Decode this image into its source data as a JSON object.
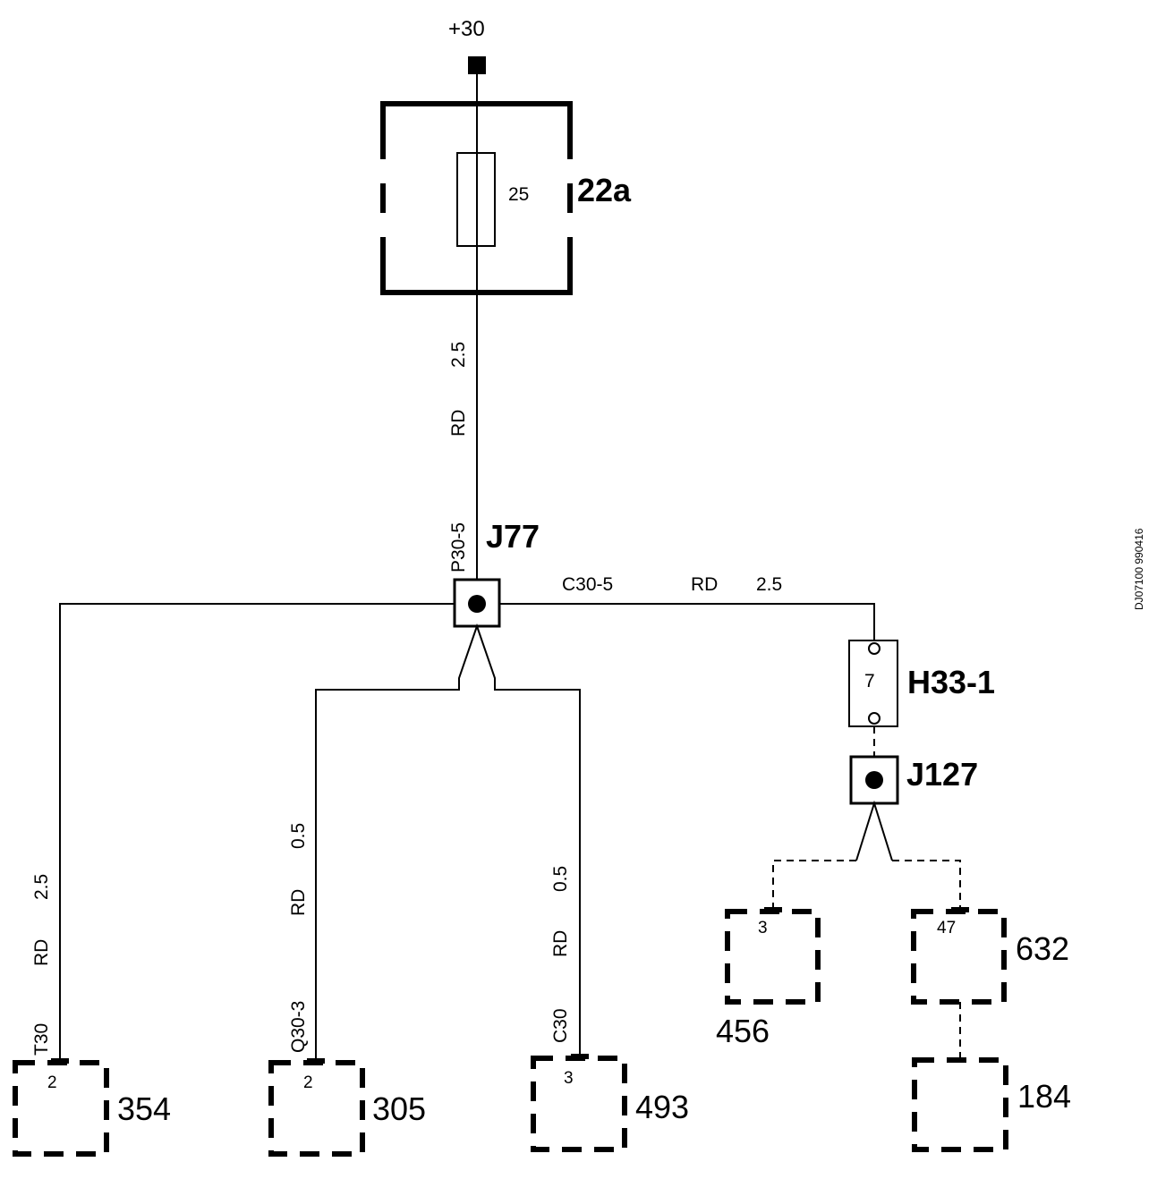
{
  "supply": {
    "label": "+30"
  },
  "fuse": {
    "id": "22a",
    "rating": "25"
  },
  "main_wire": {
    "size": "2.5",
    "color": "RD"
  },
  "junction_j77": {
    "id": "J77",
    "pin": "P30-5"
  },
  "branch_right": {
    "pin": "C30-5",
    "color": "RD",
    "size": "2.5"
  },
  "connector_h33": {
    "id": "H33-1",
    "pin": "7"
  },
  "junction_j127": {
    "id": "J127"
  },
  "branches": {
    "b354": {
      "pin": "T30",
      "color": "RD",
      "size": "2.5",
      "component": "354",
      "terminal": "2"
    },
    "b305": {
      "pin": "Q30-3",
      "color": "RD",
      "size": "0.5",
      "component": "305",
      "terminal": "2"
    },
    "b493": {
      "pin": "C30",
      "color": "RD",
      "size": "0.5",
      "component": "493",
      "terminal": "3"
    },
    "b456": {
      "component": "456",
      "terminal": "3"
    },
    "b632": {
      "component": "632",
      "terminal": "47"
    },
    "b184": {
      "component": "184"
    }
  },
  "doc_id": "DJ07100 990416"
}
